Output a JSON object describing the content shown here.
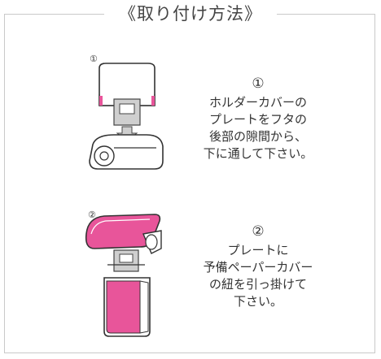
{
  "title": "《取り付け方法》",
  "steps": [
    {
      "number": "①",
      "lines": [
        "ホルダーカバーの",
        "プレートをフタの",
        "後部の隙間から、",
        "下に通して下さい。"
      ]
    },
    {
      "number": "②",
      "lines": [
        "プレートに",
        "予備ペーパーカバー",
        "の紐を引っ掛けて",
        "下さい。"
      ]
    }
  ],
  "colors": {
    "accent_pink": "#e8559a",
    "plate_gray": "#cfcfcf",
    "frame_border": "#c9c9c9"
  }
}
